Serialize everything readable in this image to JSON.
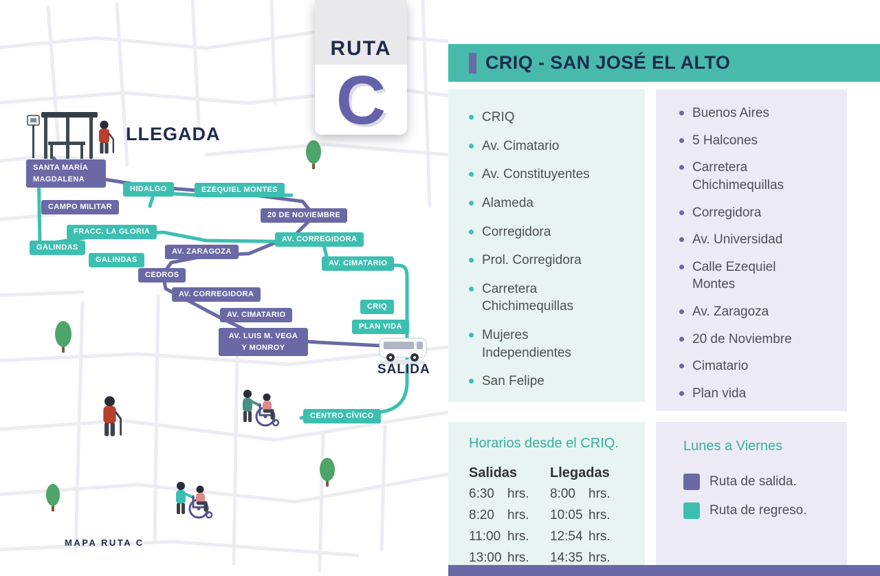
{
  "route_card": {
    "ruta_label": "RUTA",
    "letter": "C"
  },
  "header": {
    "title": "CRIQ - SAN JOSÉ EL ALTO"
  },
  "map": {
    "llegada_label": "LLEGADA",
    "salida_label": "SALIDA",
    "caption": "MAPA RUTA C",
    "street_labels": [
      {
        "text": "SANTA MARÍA MAGDALENA",
        "color": "purple"
      },
      {
        "text": "HIDALGO",
        "color": "teal"
      },
      {
        "text": "EZEQUIEL MONTES",
        "color": "teal"
      },
      {
        "text": "CAMPO MILITAR",
        "color": "purple"
      },
      {
        "text": "20 DE NOVIEMBRE",
        "color": "purple"
      },
      {
        "text": "FRACC. LA GLORIA",
        "color": "teal"
      },
      {
        "text": "AV. CORREGIDORA",
        "color": "teal"
      },
      {
        "text": "GALINDAS",
        "color": "teal"
      },
      {
        "text": "AV. ZARAGOZA",
        "color": "purple"
      },
      {
        "text": "GALINDAS",
        "color": "teal"
      },
      {
        "text": "AV. CIMATARIO",
        "color": "teal"
      },
      {
        "text": "CEDROS",
        "color": "purple"
      },
      {
        "text": "AV. CORREGIDORA",
        "color": "purple"
      },
      {
        "text": "CRIQ",
        "color": "teal"
      },
      {
        "text": "AV. CIMATARIO",
        "color": "purple"
      },
      {
        "text": "PLAN VIDA",
        "color": "teal"
      },
      {
        "text": "AV. LUIS M. VEGA Y MONROY",
        "color": "purple"
      },
      {
        "text": "CENTRO CÍVICO",
        "color": "teal"
      }
    ]
  },
  "stops_outbound": {
    "items": [
      "CRIQ",
      "Av. Cimatario",
      "Av. Constituyentes",
      "Alameda",
      "Corregidora",
      "Prol. Corregidora",
      "Carretera Chichimequillas",
      "Mujeres Independientes",
      "San Felipe"
    ]
  },
  "stops_return": {
    "items": [
      "Buenos Aires",
      "5 Halcones",
      "Carretera Chichimequillas",
      "Corregidora",
      "Av. Universidad",
      "Calle Ezequiel Montes",
      "Av. Zaragoza",
      "20 de Noviembre",
      "Cimatario",
      "Plan vida"
    ]
  },
  "schedule": {
    "title": "Horarios desde el CRIQ.",
    "salidas_header": "Salidas",
    "llegadas_header": "Llegadas",
    "unit": "hrs.",
    "rows": [
      {
        "salida": "6:30",
        "llegada": "8:00"
      },
      {
        "salida": "8:20",
        "llegada": "10:05"
      },
      {
        "salida": "11:00",
        "llegada": "12:54"
      },
      {
        "salida": "13:00",
        "llegada": "14:35"
      }
    ]
  },
  "legend": {
    "title": "Lunes a Viernes",
    "items": [
      {
        "label": "Ruta de salida.",
        "color": "#6A69A5"
      },
      {
        "label": "Ruta de regreso.",
        "color": "#3CBFB1"
      }
    ]
  },
  "colors": {
    "teal": "#3CBFB1",
    "purple": "#6A69A5",
    "mint_bg": "#E7F4F1",
    "lavender_bg": "#ECEAF4",
    "navy": "#1E2B4C"
  }
}
